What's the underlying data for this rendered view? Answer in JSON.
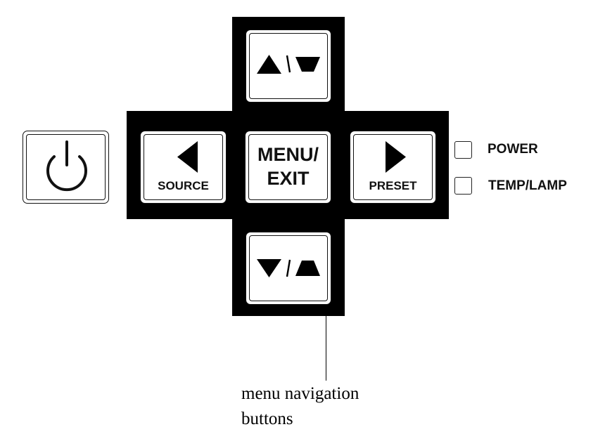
{
  "keypad": {
    "power_button": {
      "icon": "power-icon"
    },
    "up_button": {
      "icon": "up-arrow-slash-keystone-icon"
    },
    "down_button": {
      "icon": "down-arrow-slash-keystone-icon"
    },
    "left_button": {
      "label": "SOURCE",
      "icon": "left-arrow-icon"
    },
    "right_button": {
      "label": "PRESET",
      "icon": "right-arrow-icon"
    },
    "center_button": {
      "label": "MENU/\nEXIT"
    }
  },
  "indicators": [
    {
      "label": "POWER"
    },
    {
      "label": "TEMP/LAMP"
    }
  ],
  "callout": {
    "line1": "menu navigation",
    "line2": "buttons"
  }
}
